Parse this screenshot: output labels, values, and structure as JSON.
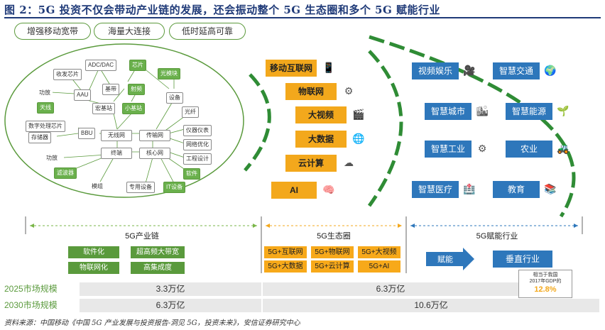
{
  "title": "图 2：5G 投资不仅会带动产业链的发展，还会振动整个 5G 生态圈和多个 5G 赋能行业",
  "pills": [
    "增强移动宽带",
    "海量大连接",
    "低时延高可靠"
  ],
  "chain_nodes": {
    "adc": "ADC/DAC",
    "chip": "芯片",
    "transceiver": "收发芯片",
    "optical_module": "光模块",
    "pa1": "功放",
    "aau": "AAU",
    "substrate": "基带",
    "rf": "射频",
    "device": "设备",
    "antenna": "天线",
    "macro": "宏基站",
    "small": "小基站",
    "fiber": "光纤",
    "dsp": "数字处理芯片",
    "bbu": "BBU",
    "storage": "存储器",
    "wireless_net": "无线网",
    "transport_net": "传输网",
    "instrument": "仪器仪表",
    "net_opt": "网络优化",
    "terminal": "终端",
    "core_net": "核心网",
    "eng_design": "工程设计",
    "pa2": "功放",
    "software": "软件",
    "filter": "滤波器",
    "module": "模组",
    "special_equip": "专用设备",
    "it_equip": "IT设备"
  },
  "ecosystem": [
    "移动互联网",
    "物联网",
    "大视频",
    "大数据",
    "云计算",
    "AI"
  ],
  "applications": [
    {
      "label": "视频娱乐",
      "icon": "camera-icon"
    },
    {
      "label": "智慧交通",
      "icon": "globe-icon"
    },
    {
      "label": "智慧城市",
      "icon": "city-icon"
    },
    {
      "label": "智慧能源",
      "icon": "energy-icon"
    },
    {
      "label": "智慧工业",
      "icon": "gears-icon"
    },
    {
      "label": "农业",
      "icon": "tractor-icon"
    },
    {
      "label": "智慧医疗",
      "icon": "medical-icon"
    },
    {
      "label": "教育",
      "icon": "education-icon"
    }
  ],
  "sections": {
    "chain": "5G产业链",
    "eco": "5G生态圈",
    "industry": "5G赋能行业"
  },
  "chain_buttons": [
    "软件化",
    "超高频大带宽",
    "物联网化",
    "高集成度"
  ],
  "eco_buttons": [
    "5G+互联网",
    "5G+物联网",
    "5G+大视频",
    "5G+大数据",
    "5G+云计算",
    "5G+AI"
  ],
  "industry_arrow": "赋能",
  "industry_box": "垂直行业",
  "callout": {
    "line1": "相当于我国",
    "line2": "2017年GDP的",
    "value": "12.8%"
  },
  "market": [
    {
      "label": "2025市场规模",
      "chain": "3.3万亿",
      "rest": "6.3万亿"
    },
    {
      "label": "2030市场规模",
      "chain": "6.3万亿",
      "rest": "10.6万亿"
    }
  ],
  "source": "资料来源：中国移动《中国 5G 产业发展与投资报告-洞见 5G，投资未来》，安信证券研究中心",
  "colors": {
    "green": "#5a9a3c",
    "orange": "#f3a81c",
    "blue": "#2e77bb",
    "title": "#1f3a78"
  }
}
